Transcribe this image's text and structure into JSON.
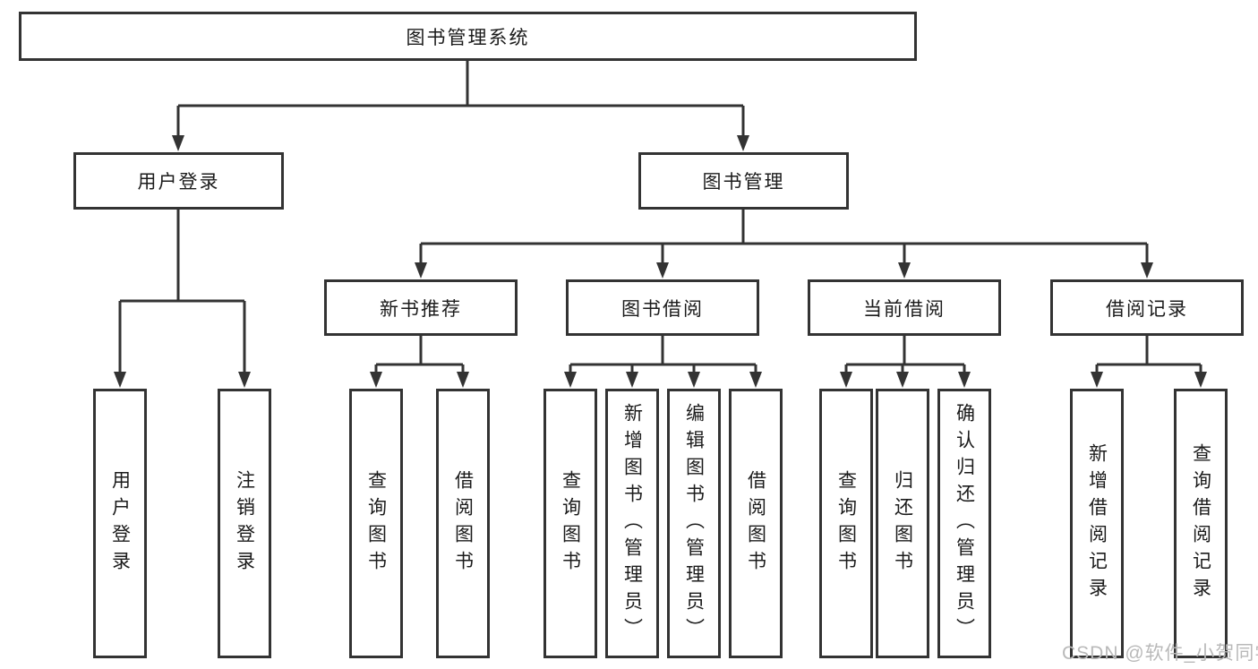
{
  "diagram": {
    "root": {
      "label": "图书管理系统"
    },
    "branches": [
      {
        "label": "用户登录",
        "children": [
          {
            "label": "用户登录"
          },
          {
            "label": "注销登录"
          }
        ]
      },
      {
        "label": "图书管理",
        "children": [
          {
            "label": "新书推荐",
            "children": [
              {
                "label": "查询图书"
              },
              {
                "label": "借阅图书"
              }
            ]
          },
          {
            "label": "图书借阅",
            "children": [
              {
                "label": "查询图书"
              },
              {
                "label": "新增图书（管理员）"
              },
              {
                "label": "编辑图书（管理员）"
              },
              {
                "label": "借阅图书"
              }
            ]
          },
          {
            "label": "当前借阅",
            "children": [
              {
                "label": "查询图书"
              },
              {
                "label": "归还图书"
              },
              {
                "label": "确认归还（管理员）"
              }
            ]
          },
          {
            "label": "借阅记录",
            "children": [
              {
                "label": "新增借阅记录"
              },
              {
                "label": "查询借阅记录"
              }
            ]
          }
        ]
      }
    ]
  },
  "watermark": {
    "text": "CSDN @软件_小贺同学"
  },
  "colors": {
    "line": "#333333",
    "box_border": "#333333",
    "text": "#1b1b1b",
    "background": "#ffffff",
    "watermark": "#b9b9b9"
  }
}
